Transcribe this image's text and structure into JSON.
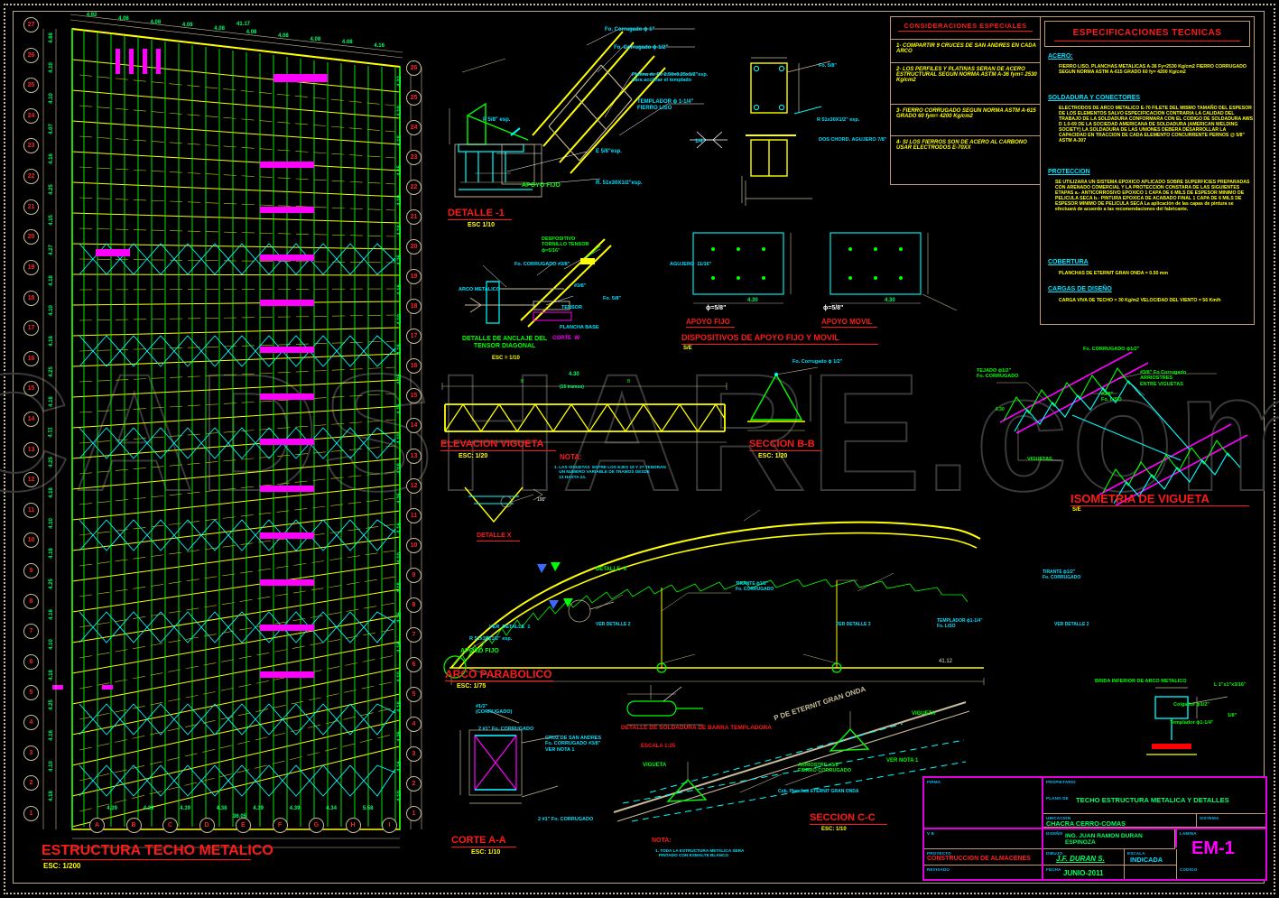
{
  "sheet": {
    "background": "#000000",
    "border_color": "#c8bb9a"
  },
  "watermark": "CADSHARE.com",
  "notes_panel": {
    "title": "CONSIDERACIONES ESPECIALES",
    "items": [
      "1-  COMPARTIR 9 CRUCES DE\n     SAN ANDRES EN CADA ARCO",
      "2-  LOS PERFILES Y PLATINAS\n     SERAN DE ACERO ESTRUCTURAL\n     SEGUN NORMA ASTM A-36\n        fym= 2530 Kg/cm2",
      "3-  FIERRO CORRUGADO SEGUN\n     NORMA ASTM A-615 GRADO 60\n     fym= 4200 Kg/cm2",
      "    4-  SI LOS FIERROS SON DE ACERO\n         AL CARBONO USAR ELECTRODOS\n         E-70XX"
    ]
  },
  "specs_panel": {
    "title": "ESPECIFICACIONES TECNICAS",
    "sections": [
      {
        "heading": "ACERO:",
        "body": "FIERRO LISO, PLANCHAS METALICAS A-36 Fy=2530 Kg/cm2\nFIERRO CORRUGADO SEGUN NORMA ASTM A-615\nGRADO 60 fy= 4200 Kg/cm2"
      },
      {
        "heading": "SOLDADURA Y CONECTORES",
        "body": "ELECTRODOS DE ARCO METALICO E-70 FILETE DEL MISMO\nTAMAÑO DEL ESPESOR DE LOS ELEMENTOS SALVO\nESPECIFICACION CONTRARIA\nLA CALIDAD DEL TRABAJO DE LA SOLDADURA CONFORMARA\nCON EL CODIGO DE SOLDADURA AWS D 1.0-69 DE LA\nSOCIEDAD AMERICANA DE SOLDADURA (AMERICAN WELDING SOCIETY)\nLA SOLDADURA DE LAS UNIONES DEBERA DESARROLLAR  LA\nCAPACIDAD EN TRACCION DE CADA ELEMENTO CONCURRENTE\nPERNOS @ 5/8\" ASTM A-307"
      },
      {
        "heading": "PROTECCION",
        "body": "SE UTILIZARA UN SISTEMA EPOXICO APLICADO SOBRE SUPERFICIES\nPREPARADAS CON ARENADO COMERCIAL Y LA PROTECCION CONSTARA\nDE LAS SIGUIENTES ETAPAS\n a.-     ANTICORROSIVO EPOXICO 1 CAPA DE 6 MILS DE ESPESOR\n          MINIMO DE PELICULA SECA\n b.-     PINTURA EPOXICA DE ACABADO FINAL 1 CAPA DE 6 MILS\n          DE ESPESOR MINIMO DE PELICULA SECA\n          La aplicación de las capas de pintura se efectuará\n          de acuerdo a las recomendaciones del fabricante."
      },
      {
        "heading": "COBERTURA",
        "body": "PLANCHAS DE ETERNIT GRAN ONDA = 0.50  mm"
      },
      {
        "heading": "CARGAS DE DISEÑO",
        "body": "CARGA VIVA DE TECHO = 30 Kg/m2\nVELOCIDAD DEL VIENTO = 56 Km/h"
      }
    ]
  },
  "views": [
    {
      "name": "estructura-techo-metalico",
      "title": "ESTRUCTURA TECHO METALICO",
      "scale": "ESC: 1/200"
    },
    {
      "name": "detalle-1",
      "title": "DETALLE -1",
      "scale": "ESC 1/10"
    },
    {
      "name": "detalle-anclaje",
      "title": "DETALLE DE ANCLAJE DEL\nTENSOR DIAGONAL",
      "scale": "ESC = 1/10"
    },
    {
      "name": "dispositivos-apoyo",
      "title": "DISPOSITIVOS DE APOYO FIJO Y MOVIL",
      "scale": "S/E"
    },
    {
      "name": "elevacion-vigueta",
      "title": "ELEVACION VIGUETA",
      "scale": "ESC: 1/20"
    },
    {
      "name": "seccion-bb",
      "title": "SECCION B-B",
      "scale": "ESC: 1/20"
    },
    {
      "name": "isometria-vigueta",
      "title": "ISOMETRIA DE VIGUETA",
      "scale": "S/E"
    },
    {
      "name": "arco-parabolico",
      "title": "ARCO PARABOLICO",
      "scale": "ESC: 1/75"
    },
    {
      "name": "corte-aa",
      "title": "CORTE A-A",
      "scale": "ESC: 1/10"
    },
    {
      "name": "seccion-cc",
      "title": "SECCION C-C",
      "scale": "ESC: 1/10"
    },
    {
      "name": "detalle-soldadura",
      "title": "DETALLE DE SOLDADURA\nDE BARRA TEMPLADORA",
      "scale": "ESCALA 1:25"
    },
    {
      "name": "detalle-x",
      "title": "DETALLE X",
      "scale": ""
    }
  ],
  "labels": {
    "apoyo_fijo": "APOYO FIJO",
    "apoyo_movil": "APOYO MOVIL",
    "apoyo_fijo_sup": "APOYO  FIJO",
    "detalle_x": "DETALLE  X",
    "ver_detalle_1": "VER  DETALLE  1",
    "ver_detalle_2": "VER DETALLE 2",
    "ver_detalle_3": "VER DETALLE 3",
    "vigueta": "VIGUETA",
    "viguetas": "VIGUETAS",
    "corte_w": "CORTE  W",
    "plancha_base": "PLANCHA BASE",
    "arco_metalico": "ARCO METALICO",
    "tensor": "TENSOR",
    "nota_label": "NOTA:",
    "nota_text": "1. LAS VIGUETAS  ENTRE LOS EJES 19 Y 27 TENDRAN\n    UN NUMERO VARIABLE DE TRAMOS DESDE\n    13 HASTA 24.",
    "nota2_label": "NOTA:",
    "nota2_text": "1. TODA LA ESTRUCTURA METALICA SERA\n   PINTADO CON ESMALTE BLANCO",
    "ver_nota_1": "VER NOTA 1",
    "cruz_san_andres": "CRUZ DE SAN ANDRES\nFo. CORRUGADO #3/8\"\nVER NOTA 1",
    "agujero_11_16": "AGUJERO  11/16\"",
    "dos_chord_agujero": "DOS CHORD. AGUJERO 7/8\"",
    "phi_5_8_a": "ϕ=5/8\"",
    "phi_5_8_b": "ϕ=5/8\"",
    "plancha_eternit": "P DE ETERNIT GRAN ONDA",
    "arriostre": "ARRIOSTRE #3/8\"\nFIERRO CORRUGADO",
    "cobertura_eternit": "Cob. Planchas ETERNIT GRAN ONDA",
    "brida_inferior": "BRIDA INFERIOR DE ARCO METALICO",
    "colgador": "Colgador ϕ1/2\"",
    "templador": "Templador ϕ1-1/4\"",
    "perfil_l": "L 1\"x1\"x3/16\"",
    "arriostres_viguetas": "#3/8\" Fo Corrugado\nARRIOSTRES\nENTRE VIGUETAS",
    "tejado": "TEJADO ϕ1/2\"\nFo. CORRUGADO",
    "fo_corrugado_38": "#3/8\"\nFo. LISO",
    "fo_corrugado_12": "Fo. CORRUGADO ϕ1/2\"",
    "tirante_12": "TIRANTE ϕ1/2\"\nFo. CORRUGADO",
    "templador_114": "TEMPLADOR ϕ1-1/4\"\nFo. LISO",
    "fo_corrugado_1": "Fo. Corrugado ϕ 1\"",
    "fo_corrugado_half": "Fo. Corrugado ϕ 1/2\"",
    "platina_det": "Platina de Fe 2.50x0.25x1/2\"esp.\npara acclinar el templado",
    "templador_det": "TEMPLADOR ϕ 1-1/4\"\nFIERRO LISO",
    "p_58": "P 5/8\" esp.",
    "e_58": "E 5/8\"esp.",
    "r_51": "R. 51x30X1/2\"esp.",
    "r_51b": "R 51x30X1/2\" esp.",
    "quarter_weld": "1/4\"",
    "tres_8": "#3/8\"",
    "dos_uno_corrugado": "2 #1\" Fo. CORRUGADO",
    "dos_uno_corrugado_b": "2 #1\" Fo. CORRUGADO",
    "uno_corrugado": "#1/2\"\n(CORRUGADO)",
    "ancho_41_12": "41.12",
    "dim_430": "4.30",
    "dim_15_tramos": "(15 tramos)",
    "tornillo": "DESPOSITIVO\nTORNILLO TENSOR\nϕ=5/16\"",
    "fo_corrugado_mid": "Fo. CORRUGADO #3/8\"",
    "fo_58": "Fo. 5/8\""
  },
  "grid": {
    "letters": [
      "A",
      "B",
      "C",
      "D",
      "E",
      "F",
      "G",
      "H",
      "I"
    ],
    "letter_dims": [
      "4.39",
      "4.39",
      "4.39",
      "4.38",
      "4.39",
      "4.39",
      "4.34",
      "5.58"
    ],
    "letter_total": "36.05",
    "numbers_left": [
      "27",
      "26",
      "25",
      "24",
      "23",
      "22",
      "21",
      "20",
      "19",
      "18",
      "17",
      "16",
      "15",
      "14",
      "13",
      "12",
      "11",
      "10",
      "9",
      "8",
      "7",
      "6",
      "5",
      "4",
      "3",
      "2",
      "1"
    ],
    "numbers_right": [
      "26",
      "25",
      "24",
      "23",
      "22",
      "21",
      "20",
      "19",
      "18",
      "17",
      "16",
      "15",
      "14",
      "13",
      "12",
      "11",
      "10",
      "9",
      "8",
      "7",
      "6",
      "5",
      "4",
      "3",
      "2",
      "1"
    ],
    "top_dims": [
      "4.92",
      "4.08",
      "4.08",
      "4.08",
      "4.08",
      "4.08",
      "4.08",
      "4.08",
      "4.08",
      "4.16"
    ],
    "top_total": "41.17",
    "left_dims": [
      "4.68",
      "4.10",
      "4.10",
      "4.07",
      "4.16",
      "4.25",
      "4.15",
      "4.27",
      "4.18",
      "4.10",
      "4.16",
      "4.25",
      "4.18",
      "4.11",
      "4.25",
      "4.18",
      "4.10",
      "4.18",
      "4.25",
      "4.16",
      "4.10",
      "4.18",
      "4.25",
      "4.16",
      "4.10",
      "4.18"
    ],
    "right_dims": [
      "4.22",
      "4.19",
      "4.18",
      "4.15",
      "4.10",
      "4.18",
      "4.25",
      "4.16",
      "4.10",
      "4.18",
      "4.25",
      "4.16",
      "4.10",
      "4.18",
      "4.25",
      "4.16",
      "4.10",
      "4.18",
      "4.25",
      "4.16",
      "4.10",
      "4.18",
      "4.25",
      "4.16",
      "4.10"
    ]
  },
  "title_block": {
    "firma_label": "FIRMA",
    "propietario_label": "PROPIETARIO",
    "plano_de_label": "PLANO  DE",
    "plano_de_value": "TECHO ESTRUCTURA METALICA Y DETALLES",
    "ubicacion_label": "UBICACION",
    "ubicacion_value": "CHACRA CERRO-COMAS",
    "sistema_label": "SISTEMA",
    "vb_label": "V B",
    "diseno_label": "DISEÑO",
    "diseno_value": "ING. JUAN RAMON DURAN ESPINOZA",
    "lamina_label": "LAMINA",
    "lamina_value": "EM-1",
    "proyecto_label": "PROYECTO",
    "proyecto_value": "CONSTRUCCION DE ALMACENES",
    "dibujo_label": "DIBUJO",
    "dibujo_value": "J.F. DURAN S.",
    "escala_label": "ESCALA",
    "escala_value": "INDICADA",
    "revisado_label": "REVISADO",
    "fecha_label": "FECHA",
    "fecha_value": "JUNIO-2011",
    "codigo_label": "CODIGO",
    "accent": "#e000e0"
  }
}
